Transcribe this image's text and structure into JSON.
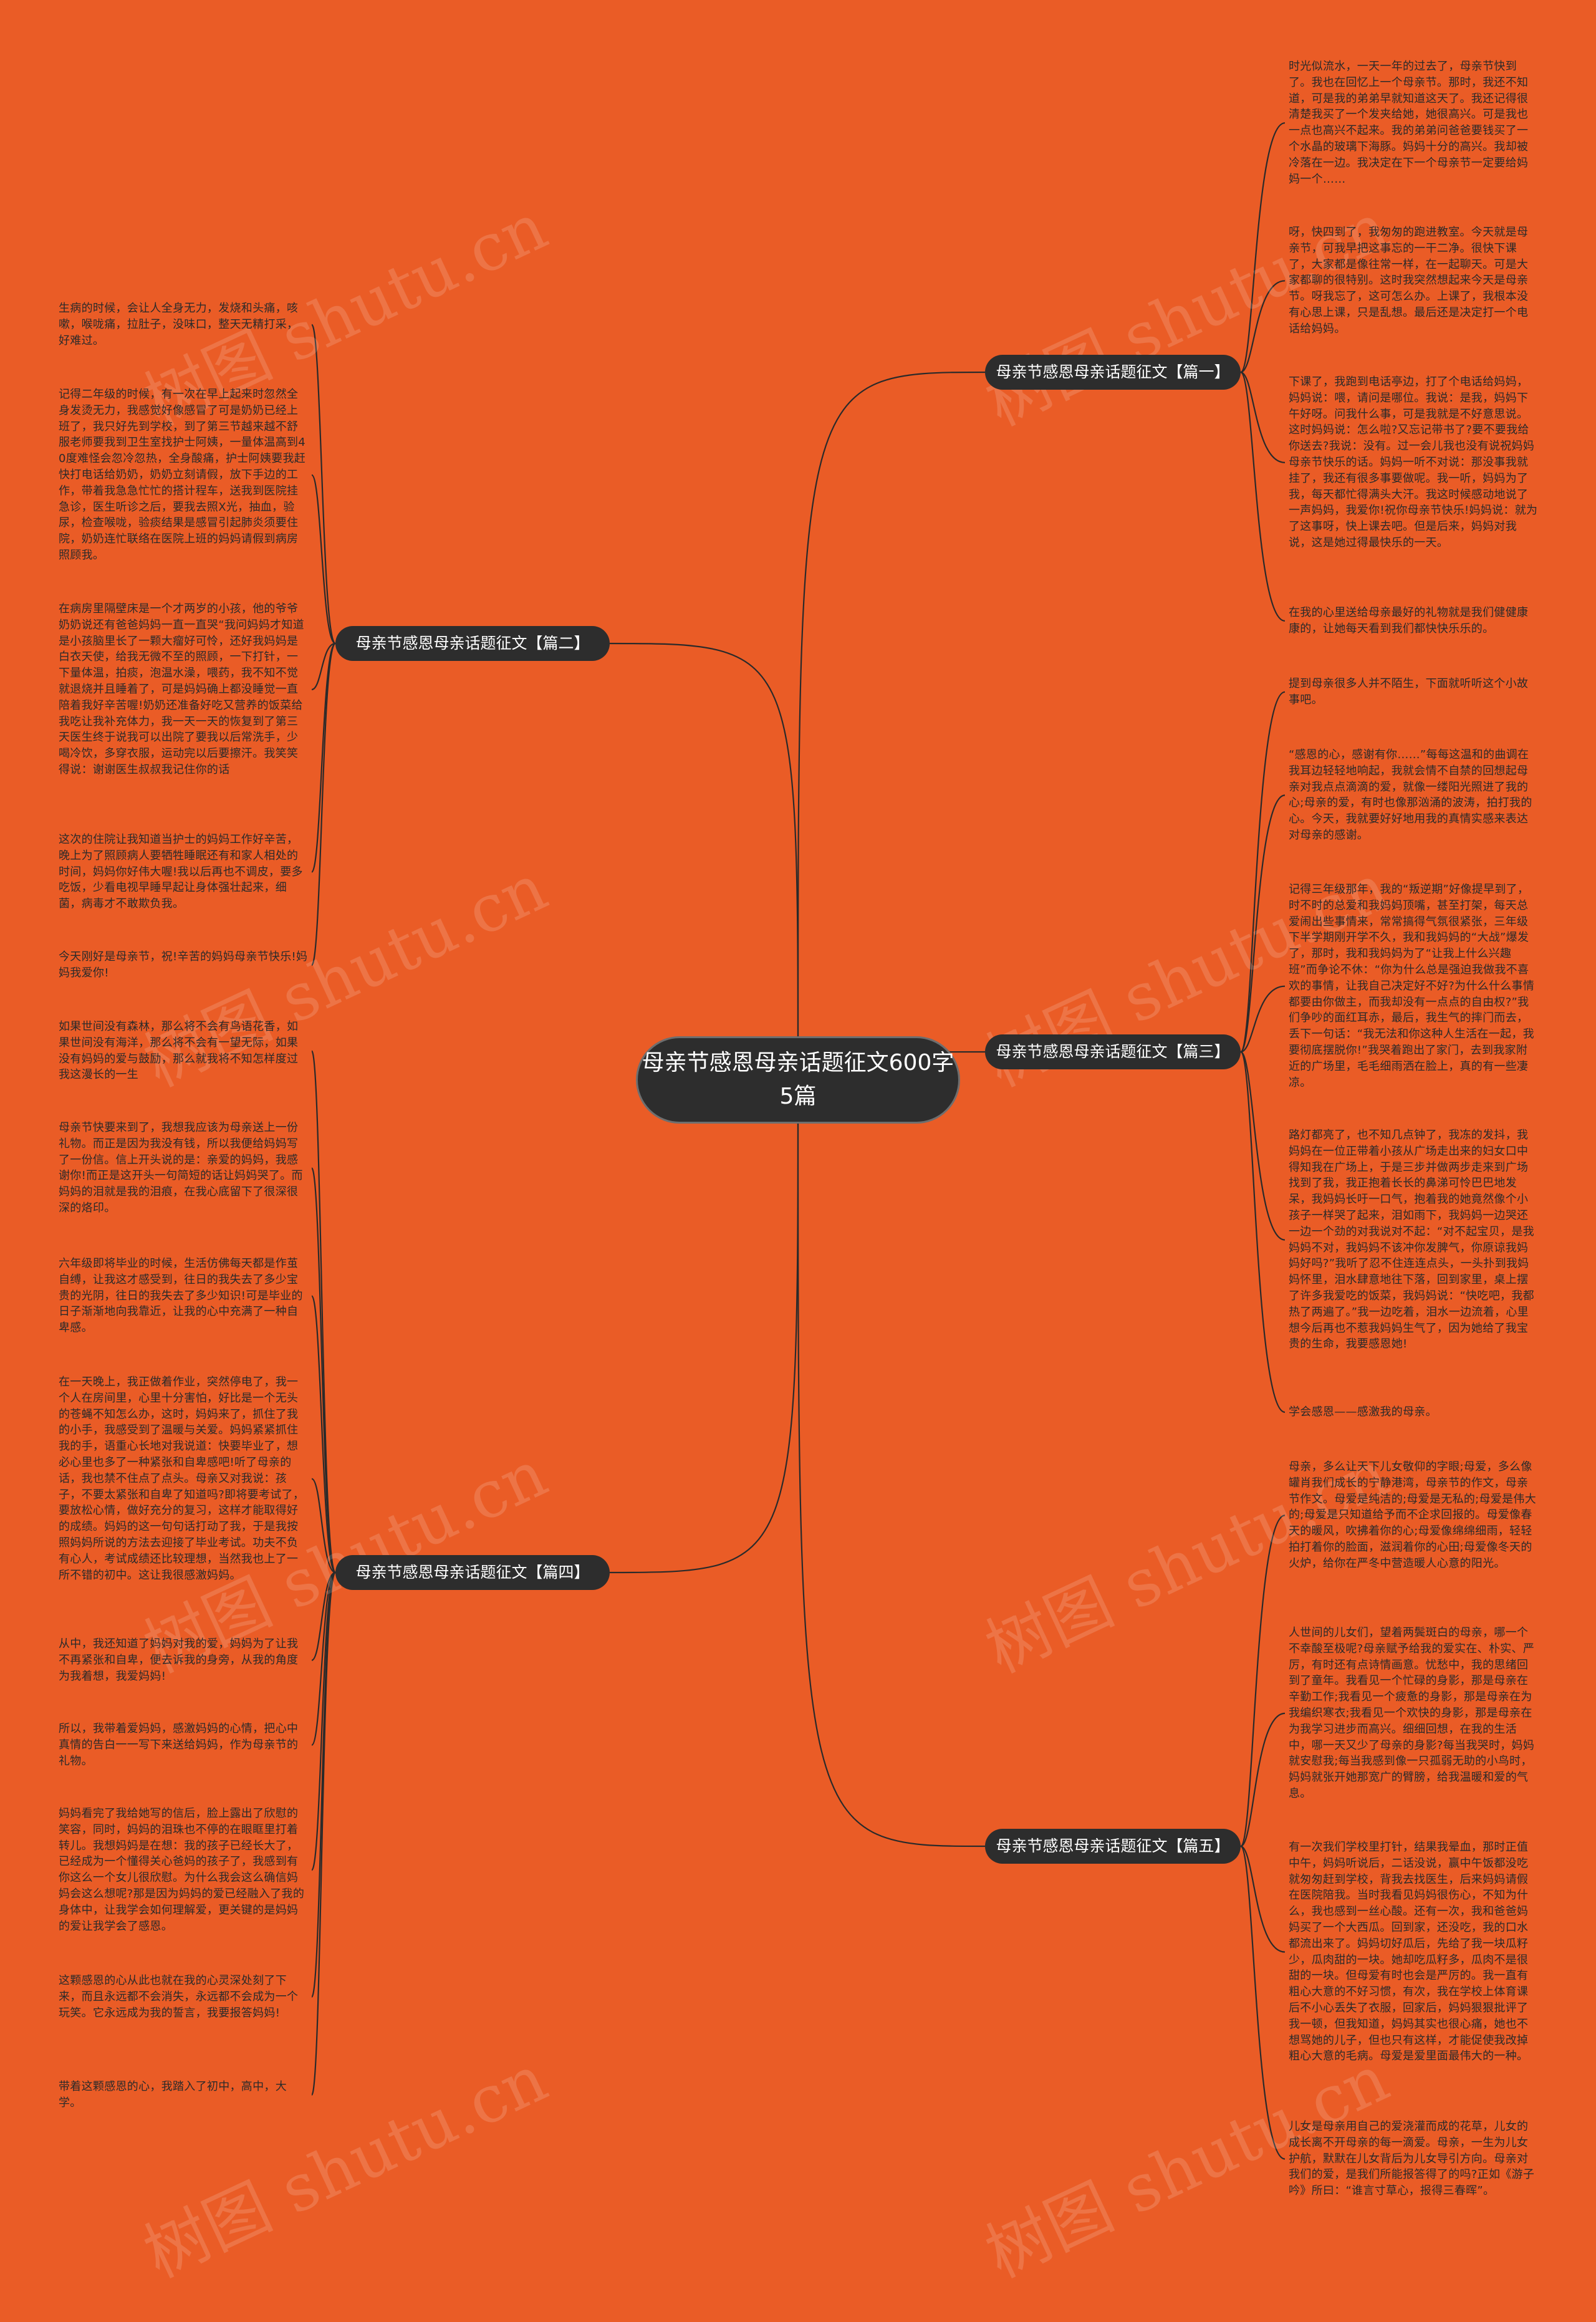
{
  "title": "母亲节感恩母亲话题征文600字5篇",
  "watermark": "树图 shutu.cn",
  "colors": {
    "background": "#ea5c26",
    "node": "#2d2d2d",
    "node_text": "#ffffff",
    "edge": "#2a2a2a",
    "leaf_text": "#2a2a2a"
  },
  "branches": [
    {
      "label": "母亲节感恩母亲话题征文【篇一】",
      "leaves": [
        "时光似流水，一天一年的过去了，母亲节快到了。我也在回忆上一个母亲节。那时，我还不知道，可是我的弟弟早就知道这天了。我还记得很清楚我买了一个发夹给她，她很高兴。可是我也一点也高兴不起来。我的弟弟问爸爸要钱买了一个水晶的玻璃下海豚。妈妈十分的高兴。我却被冷落在一边。我决定在下一个母亲节一定要给妈妈一个……",
        "呀，快四到了，我匆匆的跑进教室。今天就是母亲节，可我早把这事忘的一干二净。很快下课了，大家都是像往常一样，在一起聊天。可是大家都聊的很特别。这时我突然想起来今天是母亲节。呀我忘了，这可怎么办。上课了，我根本没有心思上课，只是乱想。最后还是决定打一个电话给妈妈。",
        "下课了，我跑到电话亭边，打了个电话给妈妈，妈妈说：喂，请问是哪位。我说：是我，妈妈下午好呀。问我什么事，可是我就是不好意思说。这时妈妈说：怎么啦?又忘记带书了?要不要我给你送去?我说：没有。过一会儿我也没有说祝妈妈母亲节快乐的话。妈妈一听不对说：那没事我就挂了，我还有很多事要做呢。我一听，妈妈为了我，每天都忙得满头大汗。我这时候感动地说了一声妈妈，我爱你!祝你母亲节快乐!妈妈说：就为了这事呀，快上课去吧。但是后来，妈妈对我说，这是她过得最快乐的一天。",
        "在我的心里送给母亲最好的礼物就是我们健健康康的，让她每天看到我们都快快乐乐的。"
      ]
    },
    {
      "label": "母亲节感恩母亲话题征文【篇二】",
      "leaves": [
        "生病的时候，会让人全身无力，发烧和头痛，咳嗽，喉咙痛，拉肚子，没味口，整天无精打采，好难过。",
        "记得二年级的时候，有一次在早上起来时忽然全身发烫无力，我感觉好像感冒了可是奶奶已经上班了，我只好先到学校，到了第三节越来越不舒服老师要我到卫生室找护士阿姨，一量体温高到40度难怪会忽冷忽热，全身酸痛，护士阿姨要我赶快打电话给奶奶，奶奶立刻请假，放下手边的工作，带着我急急忙忙的搭计程车，送我到医院挂急诊，医生听诊之后，要我去照X光，抽血，验尿，检查喉咙，验痰结果是感冒引起肺炎须要住院，奶奶连忙联络在医院上班的妈妈请假到病房照顾我。",
        "在病房里隔壁床是一个才两岁的小孩，他的爷爷奶奶说还有爸爸妈妈一直一直哭“我问妈妈才知道是小孩脑里长了一颗大瘤好可怜，还好我妈妈是白衣天使，给我无微不至的照顾，一下打针，一下量体温，拍痰，泡温水澡，喂药，我不知不觉就退烧并且睡着了，可是妈妈确上都没睡觉一直陪着我好辛苦喔!奶奶还准备好吃又营养的饭菜给我吃让我补充体力，我一天一天的恢复到了第三天医生终于说我可以出院了要我以后常洗手，少喝冷饮，多穿衣服，运动完以后要擦汗。我笑笑得说：谢谢医生叔叔我记住你的话",
        "这次的住院让我知道当护士的妈妈工作好辛苦，晚上为了照顾病人要牺牲睡眠还有和家人相处的时间，妈妈你好伟大喔!我以后再也不调皮，要多吃饭，少看电视早睡早起让身体强壮起来，细菌，病毒才不敢欺负我。",
        "今天刚好是母亲节，祝!辛苦的妈妈母亲节快乐!妈妈我爱你!"
      ]
    },
    {
      "label": "母亲节感恩母亲话题征文【篇三】",
      "leaves": [
        "提到母亲很多人并不陌生，下面就听听这个小故事吧。",
        "“感恩的心，感谢有你……”每每这温和的曲调在我耳边轻轻地响起，我就会情不自禁的回想起母亲对我点点滴滴的爱，就像一缕阳光照进了我的心;母亲的爱，有时也像那汹涌的波涛，拍打我的心。今天，我就要好好地用我的真情实感来表达对母亲的感谢。",
        "记得三年级那年，我的“叛逆期”好像提早到了，时不时的总爱和我妈妈顶嘴，甚至打架，每天总爱闹出些事情来，常常搞得气氛很紧张，三年级下半学期刚开学不久，我和我妈妈的“大战”爆发了，那时，我和我妈妈为了“让我上什么兴趣班”而争论不休：“你为什么总是强迫我做我不喜欢的事情，让我自己决定好不好?为什么什么事情都要由你做主，而我却没有一点点的自由权?”我们争吵的面红耳赤，最后，我生气的摔门而去，丢下一句话：“我无法和你这种人生活在一起，我要彻底摆脱你!”我哭着跑出了家门，去到我家附近的广场里，毛毛细雨洒在脸上，真的有一些凄凉。",
        "路灯都亮了，也不知几点钟了，我冻的发抖，我妈妈在一位正带着小孩从广场走出来的妇女口中得知我在广场上，于是三步并做两步走来到广场找到了我，我正抱着长长的鼻涕可怜巴巴地发呆，我妈妈长吁一口气，抱着我的她竟然像个小孩子一样哭了起来，泪如雨下，我妈妈一边哭还一边一个劲的对我说对不起：“对不起宝贝，是我妈妈不对，我妈妈不该冲你发脾气，你原谅我妈妈好吗?”我听了忍不住连连点头，一头扑到我妈妈怀里，泪水肆意地往下落，回到家里，桌上摆了许多我爱吃的饭菜，我妈妈说：“快吃吧，我都热了两遍了。”我一边吃着，泪水一边流着，心里想今后再也不惹我妈妈生气了，因为她给了我宝贵的生命，我要感恩她!",
        "学会感恩——感激我的母亲。"
      ]
    },
    {
      "label": "母亲节感恩母亲话题征文【篇四】",
      "leaves": [
        "如果世间没有森林，那么将不会有鸟语花香，如果世间没有海洋，那么将不会有一望无际，如果没有妈妈的爱与鼓励，那么就我将不知怎样度过我这漫长的一生",
        "母亲节快要来到了，我想我应该为母亲送上一份礼物。而正是因为我没有钱，所以我便给妈妈写了一份信。信上开头说的是：亲爱的妈妈，我感谢你!而正是这开头一句简短的话让妈妈哭了。而妈妈的泪就是我的泪痕，在我心底留下了很深很深的烙印。",
        "六年级即将毕业的时候，生活仿佛每天都是作茧自缚，让我这才感受到，往日的我失去了多少宝贵的光阴，往日的我失去了多少知识!可是毕业的日子渐渐地向我靠近，让我的心中充满了一种自卑感。",
        "在一天晚上，我正做着作业，突然停电了，我一个人在房间里，心里十分害怕，好比是一个无头的苍蝇不知怎么办，这时，妈妈来了，抓住了我的小手，我感受到了温暖与关爱。妈妈紧紧抓住我的手，语重心长地对我说道：快要毕业了，想必心里也多了一种紧张和自卑感吧!听了母亲的话，我也禁不住点了点头。母亲又对我说：孩子，不要太紧张和自卑了知道吗?即将要考试了，要放松心情，做好充分的复习，这样才能取得好的成绩。妈妈的这一句句话打动了我，于是我按照妈妈所说的方法去迎接了毕业考试。功夫不负有心人，考试成绩还比较理想，当然我也上了一所不错的初中。这让我很感激妈妈。",
        "从中，我还知道了妈妈对我的爱，妈妈为了让我不再紧张和自卑，便去诉我的身旁，从我的角度为我着想，我爱妈妈!",
        "所以，我带着爱妈妈，感激妈妈的心情，把心中真情的告白一一写下来送给妈妈，作为母亲节的礼物。",
        "妈妈看完了我给她写的信后，脸上露出了欣慰的笑容，同时，妈妈的泪珠也不停的在眼眶里打着转儿。我想妈妈是在想：我的孩子已经长大了，已经成为一个懂得关心爸妈的孩子了，我感到有你这么一个女儿很欣慰。为什么我会这么确信妈妈会这么想呢?那是因为妈妈的爱已经融入了我的身体中，让我学会如何理解爱，更关键的是妈妈的爱让我学会了感恩。",
        "这颗感恩的心从此也就在我的心灵深处刻了下来，而且永远都不会消失，永远都不会成为一个玩笑。它永远成为我的誓言，我要报答妈妈!",
        "带着这颗感恩的心，我踏入了初中，高中，大学。"
      ]
    },
    {
      "label": "母亲节感恩母亲话题征文【篇五】",
      "leaves": [
        "母亲，多么让天下儿女敬仰的字眼;母爱，多么像罐肖我们成长的宁静港湾，母亲节的作文，母亲节作文。母爱是纯洁的;母爱是无私的;母爱是伟大的;母爱是只知道给予而不企求回报的。母爱像春天的暖风，吹拂着你的心;母爱像绵绵细雨，轻轻拍打着你的脸面，滋润着你的心田;母爱像冬天的火炉，给你在严冬中营造暖人心意的阳光。",
        "人世间的儿女们，望着两鬓斑白的母亲，哪一个不幸酸至极呢?母亲赋予给我的爱实在、朴实、严厉，有时还有点诗情画意。忧愁中，我的思绪回到了童年。我看见一个忙碌的身影，那是母亲在辛勤工作;我看见一个疲惫的身影，那是母亲在为我编织寒衣;我看见一个欢快的身影，那是母亲在为我学习进步而高兴。细细回想，在我的生活中，哪一天又少了母亲的身影?每当我哭时，妈妈就安慰我;每当我感到像一只孤弱无助的小鸟时，妈妈就张开她那宽广的臂膀，给我温暖和爱的气息。",
        "有一次我们学校里打针，结果我晕血，那时正值中午，妈妈听说后，二话没说，赢中午饭都没吃就匆匆赶到学校，背我去找医生，后来妈妈请假在医院陪我。当时我看见妈妈很伤心，不知为什么，我也感到一丝心酸。还有一次，我和爸爸妈妈买了一个大西瓜。回到家，还没吃，我的口水都流出来了。妈妈切好瓜后，先给了我一块瓜籽少，瓜肉甜的一块。她却吃瓜籽多，瓜肉不是很甜的一块。但母爱有时也会是严厉的。我一直有粗心大意的不好习惯，有次，我在学校上体育课后不小心丢失了衣服，回家后，妈妈狠狠批评了我一顿，但我知道，妈妈其实也很心痛，她也不想骂她的儿子，但也只有这样，才能促使我改掉粗心大意的毛病。母爱是爱里面最伟大的一种。",
        "儿女是母亲用自己的爱浇灌而成的花草，儿女的成长离不开母亲的每一滴爱。母亲，一生为儿女护航，默默在儿女背后为儿女导引方向。母亲对我们的爱，是我们所能报答得了的吗?正如《游子吟》所曰：“谁言寸草心，报得三春晖”。"
      ]
    }
  ]
}
